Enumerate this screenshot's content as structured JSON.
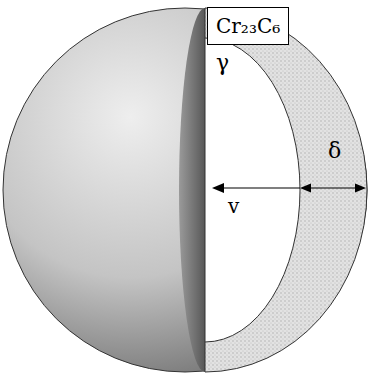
{
  "diagram": {
    "nodes": [
      {
        "text": [
          "Cr₂₃C₆"
        ]
      }
    ],
    "labels": [
      "γ",
      "δ",
      "v"
    ]
  }
}
